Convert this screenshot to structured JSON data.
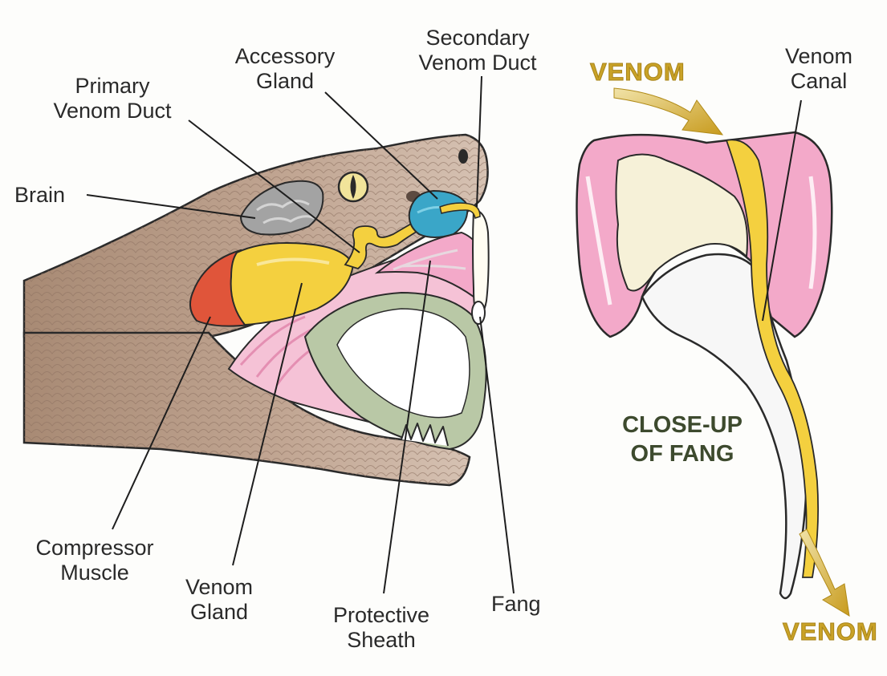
{
  "labels": {
    "brain": "Brain",
    "primary_venom_duct": "Primary\nVenom Duct",
    "accessory_gland": "Accessory\nGland",
    "secondary_venom_duct": "Secondary\nVenom Duct",
    "venom_canal": "Venom\nCanal",
    "compressor_muscle": "Compressor\nMuscle",
    "venom_gland": "Venom\nGland",
    "protective_sheath": "Protective\nSheath",
    "fang": "Fang"
  },
  "closeup_title": "CLOSE-UP\nOF FANG",
  "venom_top": "VENOM",
  "venom_bottom": "VENOM",
  "colors": {
    "skin": "#b79a84",
    "venom_gland": "#f4d03f",
    "compressor_muscle": "#e0553a",
    "accessory_gland": "#3aa6c8",
    "brain": "#9c9c9c",
    "gum_pink": "#f3a9c9",
    "sheath_green": "#b9c8a6",
    "venom_arrow": "#c9a227"
  }
}
